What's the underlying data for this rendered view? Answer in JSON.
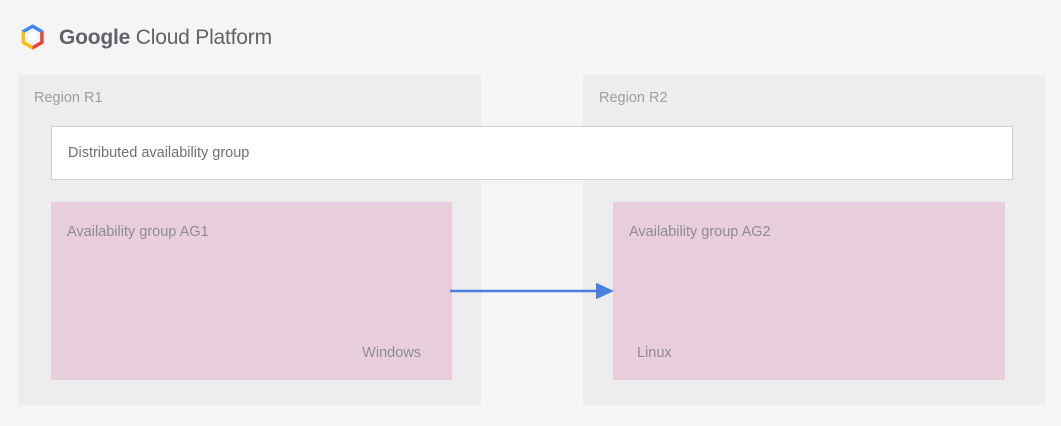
{
  "header": {
    "logo_icon": "google-cloud-platform-logo",
    "brand_strong": "Google",
    "brand_light": "Cloud Platform",
    "brand_text_color": "#5f6368"
  },
  "diagram": {
    "background_color": "#f5f5f5",
    "region_background_color": "#ededed",
    "availability_group_color": "#e8cedd",
    "arrow_color": "#4a7fe0",
    "box_border_color": "#cfcfcf",
    "label_color": "#9e9e9e"
  },
  "regions": [
    {
      "label": "Region R1",
      "availability_group": {
        "label": "Availability group AG1",
        "os": "Windows"
      }
    },
    {
      "label": "Region R2",
      "availability_group": {
        "label": "Availability group AG2",
        "os": "Linux"
      }
    }
  ],
  "distributed_availability_group": {
    "label": "Distributed availability group"
  },
  "replication": {
    "arrow_icon": "right-arrow-icon",
    "direction": "left-to-right"
  }
}
